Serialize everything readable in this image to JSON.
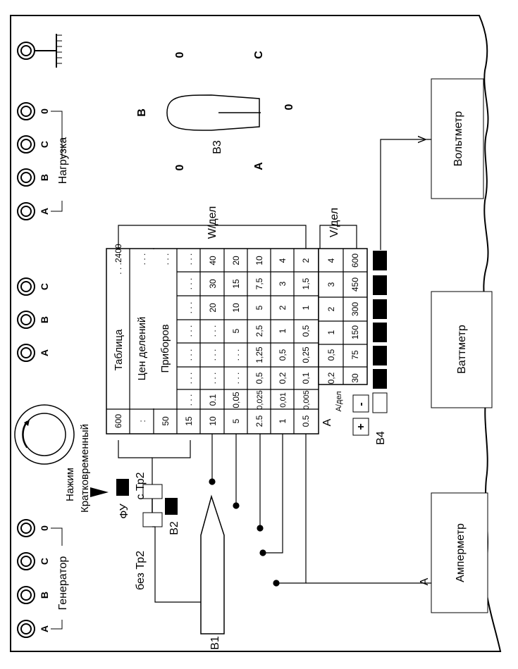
{
  "labels": {
    "ground_marks": [
      "0",
      "0",
      "0",
      "0"
    ],
    "dial_letters": [
      "B",
      "C",
      "A"
    ],
    "v3": "B3",
    "load_terminals": [
      "0",
      "C",
      "B",
      "A"
    ],
    "load": "Нагрузка",
    "mid_terminals": [
      "C",
      "B",
      "A"
    ],
    "gen_terminals": [
      "0",
      "C",
      "B",
      "A"
    ],
    "generator": "Генератор",
    "press1": "Нажим",
    "press2": "Кратковременный",
    "fu": "ФУ",
    "with_tr2": "с Тр2",
    "without_tr2": "без Тр2",
    "v2": "B2",
    "v1": "B1",
    "a_line": "A",
    "v_line": "V",
    "voltmeter": "Вольтметр",
    "wattmeter": "Ваттметр",
    "ammeter": "Амперметр",
    "w_per_div": "W/дел",
    "v_per_div": "V/дел",
    "a_small": "A",
    "a_per_div": "A/дел",
    "plus": "+",
    "minus": "-",
    "v4": "B4"
  },
  "table": {
    "title": "Таблица",
    "sub1": "Цен делений",
    "sub2": "Приборов",
    "head_left": [
      "600",
      ":",
      "50",
      "15"
    ],
    "head_right": ". . .2400",
    "dots": ". . .",
    "dots_short": ". . .",
    "dots_left": ". . .",
    "main_rows": [
      [
        "10",
        "0.1",
        ". . .",
        ". . .",
        ". . .",
        ". . .",
        "20",
        "30",
        "40"
      ],
      [
        "5",
        "0,05",
        ". . .",
        ". . .",
        ". . .",
        "5",
        "10",
        "15",
        "20"
      ],
      [
        "2.5",
        "0,025",
        "0,5",
        "1,25",
        "2,5",
        "5",
        "7,5",
        "10"
      ],
      [
        "1",
        "0,01",
        "0,2",
        "0,5",
        "1",
        "2",
        "3",
        "4"
      ],
      [
        "0.5",
        "0,005",
        "0,1",
        "0,25",
        "0,5",
        "1",
        "1,5",
        "2"
      ]
    ],
    "v_rows": [
      [
        "0,2",
        "0,5",
        "1",
        "2",
        "3",
        "4"
      ],
      [
        "30",
        "75",
        "150",
        "300",
        "450",
        "600"
      ]
    ]
  }
}
